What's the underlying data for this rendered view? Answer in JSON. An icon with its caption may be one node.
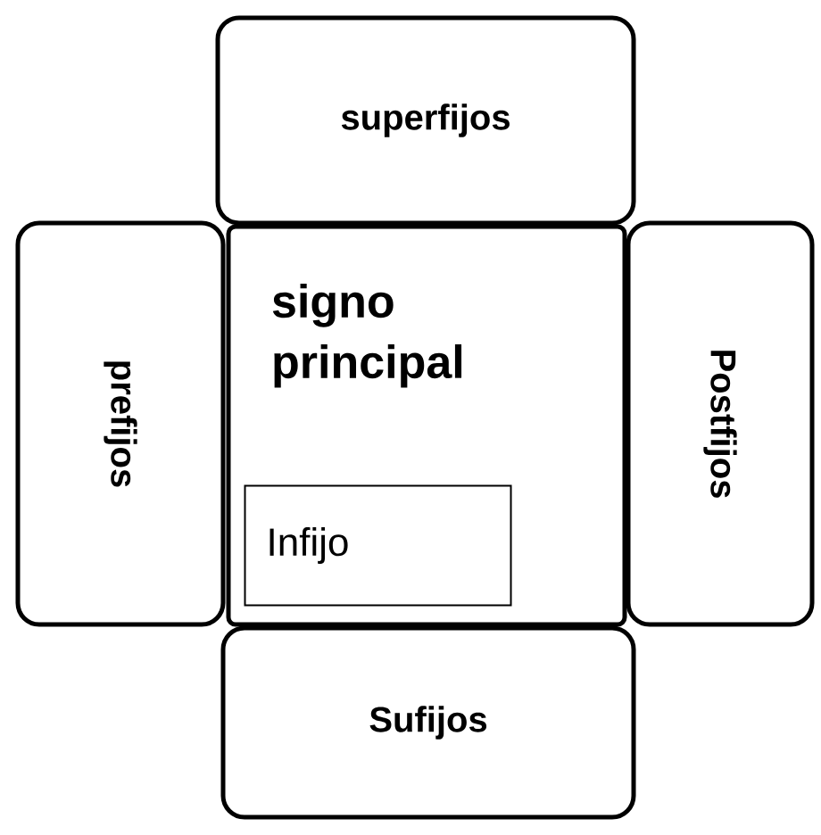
{
  "diagram": {
    "nodes": [
      {
        "text": [
          "superfijos"
        ]
      },
      {
        "text": [
          "prefijos"
        ]
      },
      {
        "text": [
          "signo principal"
        ]
      },
      {
        "text": [
          "Infijo"
        ],
        "in": 2
      },
      {
        "text": [
          "Postfijos"
        ]
      },
      {
        "text": [
          "Sufijos"
        ]
      }
    ]
  }
}
